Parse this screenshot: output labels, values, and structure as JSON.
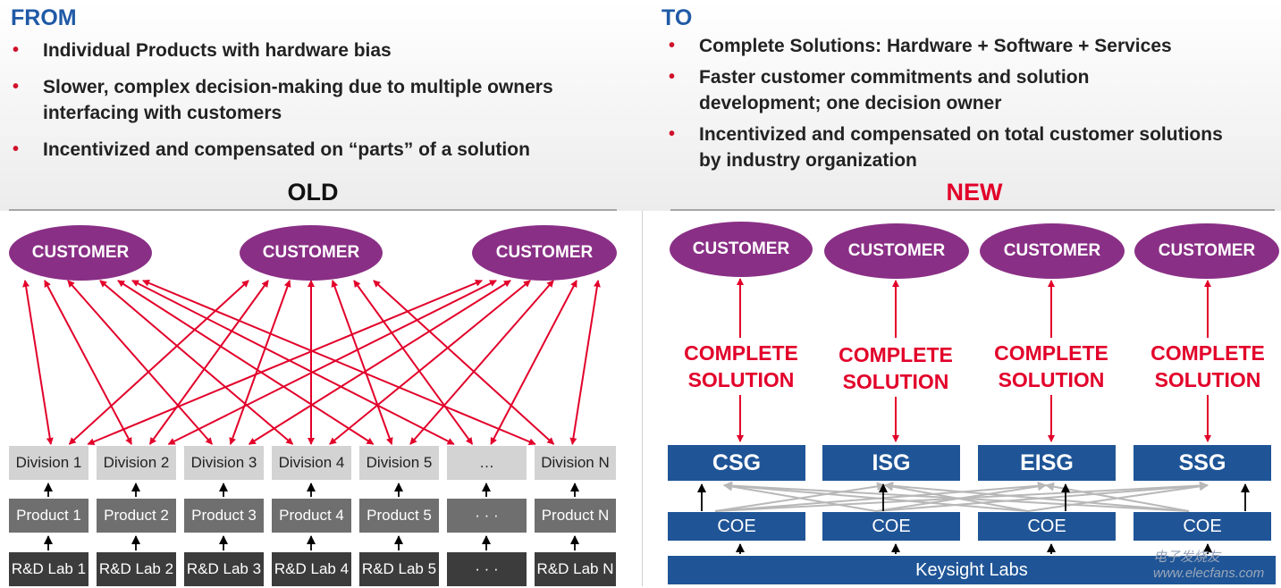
{
  "from": {
    "heading": "FROM",
    "bullets": [
      "Individual Products with hardware bias",
      "Slower, complex decision-making due to multiple owners interfacing with customers",
      "Incentivized and compensated on “parts” of a solution"
    ]
  },
  "to": {
    "heading": "TO",
    "bullets": [
      "Complete Solutions: Hardware + Software + Services",
      "Faster customer commitments and solution development; one decision owner",
      "Incentivized and compensated on total customer solutions by industry organization"
    ]
  },
  "old": {
    "title": "OLD",
    "customers": [
      "CUSTOMER",
      "CUSTOMER",
      "CUSTOMER"
    ],
    "divisions": [
      "Division 1",
      "Division 2",
      "Division 3",
      "Division 4",
      "Division 5",
      "…",
      "Division N"
    ],
    "products": [
      "Product 1",
      "Product 2",
      "Product 3",
      "Product 4",
      "Product 5",
      "· · ·",
      "Product N"
    ],
    "labs": [
      "R&D Lab 1",
      "R&D Lab 2",
      "R&D Lab 3",
      "R&D Lab 4",
      "R&D Lab 5",
      "· · ·",
      "R&D Lab N"
    ]
  },
  "new": {
    "title": "NEW",
    "customers": [
      "CUSTOMER",
      "CUSTOMER",
      "CUSTOMER",
      "CUSTOMER"
    ],
    "complete_line1": "COMPLETE",
    "complete_line2": "SOLUTION",
    "groups": [
      "CSG",
      "ISG",
      "EISG",
      "SSG"
    ],
    "coe": [
      "COE",
      "COE",
      "COE",
      "COE"
    ],
    "labs": "Keysight Labs"
  },
  "watermark": "电子发烧友 www.elecfans.com",
  "colors": {
    "heading_blue": "#1f5aa6",
    "bullet_red": "#d0102a",
    "customer_purple": "#8a2f86",
    "arrow_red": "#e2002a",
    "group_blue": "#1f5597",
    "cross_gray": "#b8b8b8"
  }
}
